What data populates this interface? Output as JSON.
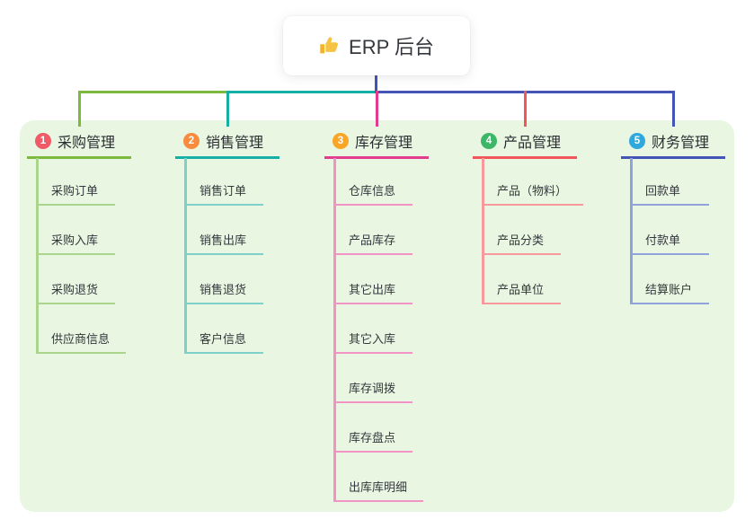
{
  "root": {
    "title": "ERP 后台",
    "icon": "thumbs-up-icon",
    "icon_color": "#f6c344"
  },
  "colors": {
    "page_background": "#ffffff",
    "panel_background": "#e8f6e2",
    "root_connector": "#4254b5",
    "text_dark": "#34383d"
  },
  "branches": [
    {
      "num": "1",
      "label": "采购管理",
      "badge_color": "#f05b68",
      "line_color": "#7cb93d",
      "child_line_color": "#abd48c",
      "children": [
        "采购订单",
        "采购入库",
        "采购退货",
        "供应商信息"
      ]
    },
    {
      "num": "2",
      "label": "销售管理",
      "badge_color": "#f98b3c",
      "line_color": "#14b0a5",
      "child_line_color": "#7fd0c8",
      "children": [
        "销售订单",
        "销售出库",
        "销售退货",
        "客户信息"
      ]
    },
    {
      "num": "3",
      "label": "库存管理",
      "badge_color": "#f9a525",
      "line_color": "#e33b8e",
      "child_line_color": "#f193c4",
      "children": [
        "仓库信息",
        "产品库存",
        "其它出库",
        "其它入库",
        "库存调拨",
        "库存盘点",
        "出库库明细"
      ]
    },
    {
      "num": "4",
      "label": "产品管理",
      "badge_color": "#3cb768",
      "line_color": "#f2555a",
      "child_line_color": "#f7999c",
      "children": [
        "产品（物料）",
        "产品分类",
        "产品单位"
      ]
    },
    {
      "num": "5",
      "label": "财务管理",
      "badge_color": "#2fa8dd",
      "line_color": "#4254b5",
      "child_line_color": "#90a3dc",
      "children": [
        "回款单",
        "付款单",
        "结算账户"
      ]
    }
  ]
}
